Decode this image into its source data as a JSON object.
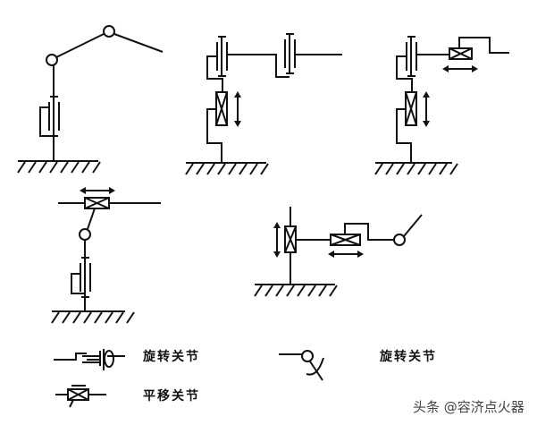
{
  "legend": {
    "rotary_joint_label": "旋转关节",
    "revolute_joint_label": "旋转关节",
    "prismatic_joint_label": "平移关节"
  },
  "watermark": "头条 @容济点火器",
  "colors": {
    "line": "#111111",
    "background": "#ffffff"
  }
}
